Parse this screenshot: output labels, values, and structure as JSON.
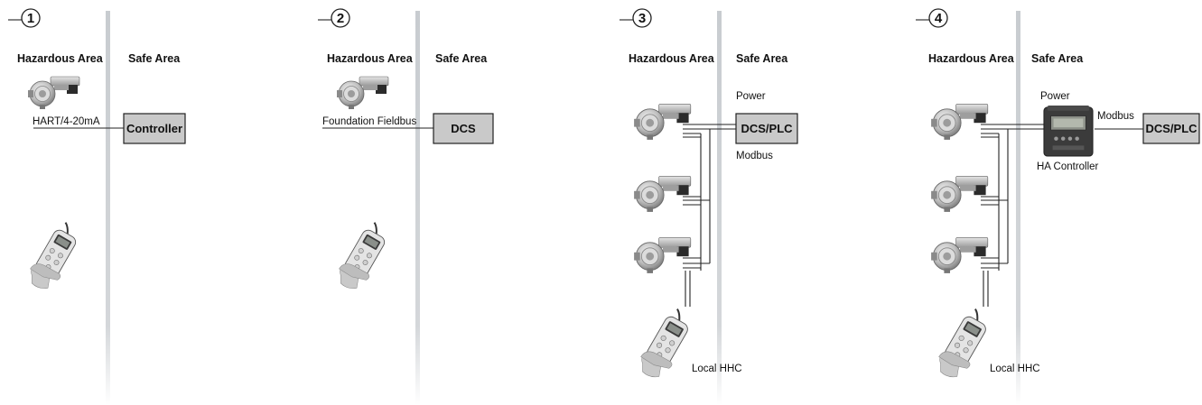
{
  "panels": [
    {
      "number": "1",
      "hazardous_label": "Hazardous Area",
      "safe_label": "Safe Area",
      "signal_label": "HART/4-20mA",
      "box_label": "Controller"
    },
    {
      "number": "2",
      "hazardous_label": "Hazardous Area",
      "safe_label": "Safe Area",
      "signal_label": "Foundation Fieldbus",
      "box_label": "DCS"
    },
    {
      "number": "3",
      "hazardous_label": "Hazardous Area",
      "safe_label": "Safe Area",
      "power_label": "Power",
      "box_label": "DCS/PLC",
      "bus_label": "Modbus",
      "hhc_label": "Local HHC"
    },
    {
      "number": "4",
      "hazardous_label": "Hazardous Area",
      "safe_label": "Safe Area",
      "power_label": "Power",
      "bus_label": "Modbus",
      "controller_label": "HA Controller",
      "box_label": "DCS/PLC",
      "hhc_label": "Local HHC"
    }
  ],
  "colors": {
    "divider": "#c8ccd0",
    "box_fill": "#c9c9c9",
    "line": "#222222"
  },
  "icons": {
    "transmitter": "gas-detector-transmitter-icon",
    "handheld": "handheld-communicator-icon",
    "controller": "ha-controller-unit-icon"
  }
}
